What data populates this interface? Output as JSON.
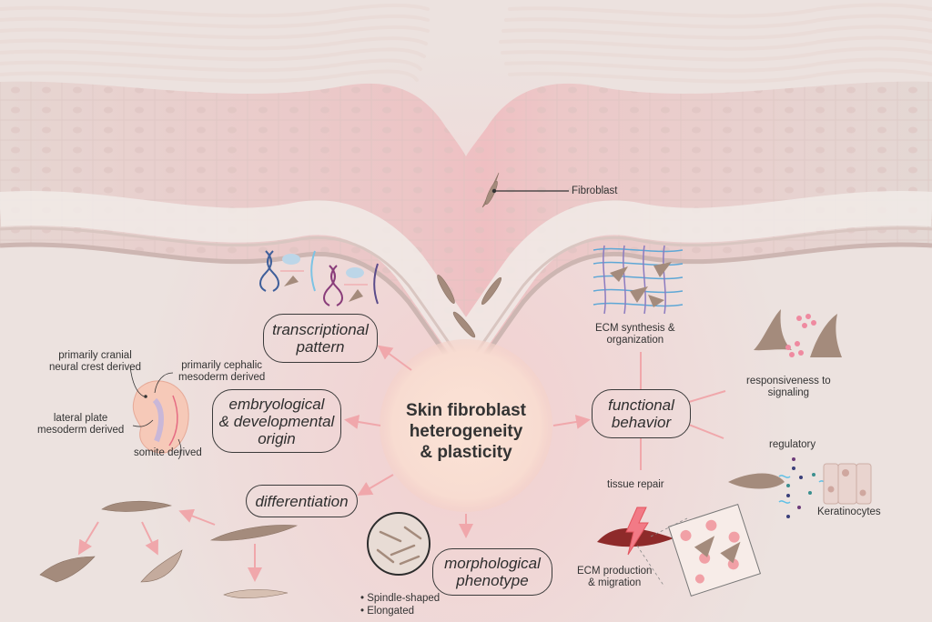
{
  "title": "Skin fibroblast heterogeneity & plasticity",
  "center": {
    "line1": "Skin fibroblast",
    "line2": "heterogeneity",
    "line3": "& plasticity"
  },
  "callout": {
    "fibroblast": "Fibroblast"
  },
  "categories": {
    "transcriptional": {
      "line1": "transcriptional",
      "line2": "pattern"
    },
    "embryological": {
      "line1": "embryological",
      "line2": "& developmental",
      "line3": "origin"
    },
    "differentiation": {
      "line1": "differentiation"
    },
    "morphological": {
      "line1": "morphological",
      "line2": "phenotype"
    },
    "functional": {
      "line1": "functional",
      "line2": "behavior"
    }
  },
  "embryo_labels": {
    "cranial": {
      "line1": "primarily cranial",
      "line2": "neural crest derived"
    },
    "cephalic": {
      "line1": "primarily cephalic",
      "line2": "mesoderm derived"
    },
    "lateral": {
      "line1": "lateral plate",
      "line2": "mesoderm derived"
    },
    "somite": {
      "line1": "somite derived"
    }
  },
  "morphology_bullets": [
    "Spindle-shaped",
    "Elongated"
  ],
  "functions": {
    "ecm": {
      "line1": "ECM synthesis &",
      "line2": "organization"
    },
    "signaling": {
      "line1": "responsiveness to",
      "line2": "signaling"
    },
    "regulatory": {
      "line1": "regulatory"
    },
    "keratinocytes": {
      "line1": "Keratinocytes"
    },
    "repair": {
      "line1": "tissue repair"
    },
    "ecm_prod": {
      "line1": "ECM production",
      "line2": "& migration"
    }
  },
  "colors": {
    "arrow": "#f0a7ab",
    "cell": "#a48b7c",
    "text": "#333333",
    "pill_border": "#3a3a3a"
  }
}
